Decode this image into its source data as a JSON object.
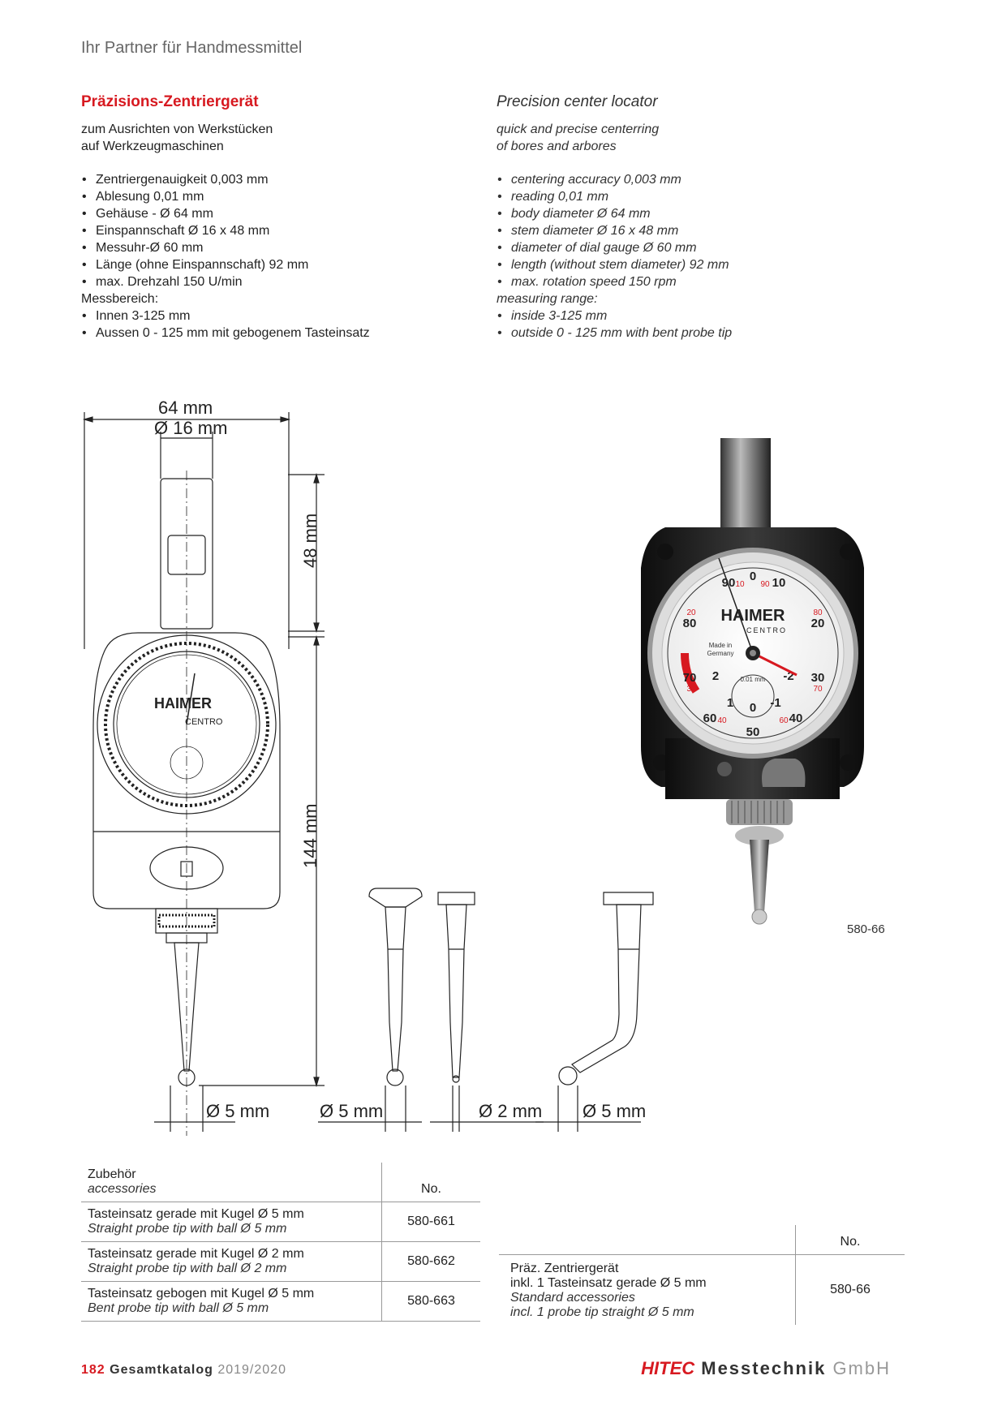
{
  "header": {
    "title": "Ihr Partner für Handmessmittel"
  },
  "de": {
    "title": "Präzisions-Zentriergerät",
    "intro": [
      "zum Ausrichten von Werkstücken",
      "auf Werkzeugmaschinen"
    ],
    "features": [
      "Zentriergenauigkeit 0,003 mm",
      "Ablesung 0,01 mm",
      "Gehäuse - Ø 64 mm",
      "Einspannschaft Ø 16 x 48 mm",
      "Messuhr-Ø 60 mm",
      "Länge (ohne Einspannschaft) 92 mm",
      "max. Drehzahl 150 U/min"
    ],
    "range_label": "Messbereich:",
    "range": [
      "Innen 3-125 mm",
      "Aussen 0 - 125 mm mit gebogenem Tasteinsatz"
    ]
  },
  "en": {
    "title": "Precision center locator",
    "intro": [
      "quick and precise centerring",
      "of bores and arbores"
    ],
    "features": [
      "centering accuracy 0,003 mm",
      "reading 0,01 mm",
      "body diameter Ø 64 mm",
      "stem diameter Ø 16 x 48 mm",
      "diameter of dial gauge Ø 60 mm",
      "length (without stem diameter) 92 mm",
      "max. rotation speed 150 rpm"
    ],
    "range_label": "measuring range:",
    "range": [
      "inside 3-125 mm",
      "outside 0 - 125 mm with bent probe tip"
    ]
  },
  "drawing": {
    "dim_body": "64 mm",
    "dim_shank": "Ø 16 mm",
    "dim_shank_len": "48 mm",
    "dim_total_len": "144 mm",
    "dial_brand": "HAIMER",
    "dial_sub": "CENTRO",
    "tip_labels": [
      "Ø 5 mm",
      "Ø 5 mm",
      "Ø 2 mm",
      "Ø 5 mm"
    ]
  },
  "photo": {
    "brand": "HAIMER",
    "sub": "CENTRO",
    "made_in": [
      "Made in",
      "Germany"
    ],
    "unit": "0.01 mm",
    "article": "580-66",
    "colors": {
      "accent": "#d71920",
      "body": "#1a1a1a"
    }
  },
  "accessories": {
    "header_de": "Zubehör",
    "header_en": "accessories",
    "no_header": "No.",
    "rows": [
      {
        "de": "Tasteinsatz gerade mit Kugel Ø 5 mm",
        "en": "Straight probe tip with ball Ø 5 mm",
        "no": "580-661"
      },
      {
        "de": "Tasteinsatz gerade mit Kugel Ø 2 mm",
        "en": "Straight probe tip with ball Ø 2 mm",
        "no": "580-662"
      },
      {
        "de": "Tasteinsatz gebogen mit Kugel Ø 5 mm",
        "en": "Bent probe tip with ball Ø 5 mm",
        "no": "580-663"
      }
    ]
  },
  "product": {
    "no_header": "No.",
    "lines_de": [
      "Präz. Zentriergerät",
      "inkl. 1 Tasteinsatz  gerade Ø 5 mm"
    ],
    "lines_en": [
      "Standard accessories",
      "incl. 1 probe tip straight Ø 5 mm"
    ],
    "no": "580-66"
  },
  "footer": {
    "page": "182",
    "catalog": "Gesamtkatalog",
    "year": "2019/2020",
    "brand_logo": "HITEC",
    "brand_name": "Messtechnik",
    "brand_suffix": "GmbH"
  }
}
